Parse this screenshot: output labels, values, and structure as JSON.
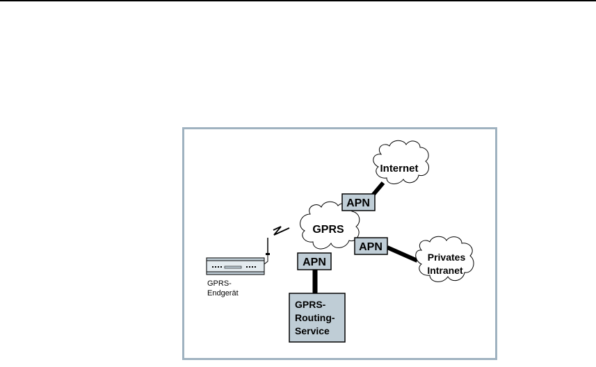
{
  "diagram": {
    "colors": {
      "frame_border": "#9fb2c0",
      "box_fill": "#bfcdd6",
      "line": "#000000"
    },
    "nodes": {
      "internet": {
        "label": "Internet"
      },
      "gprs": {
        "label": "GPRS"
      },
      "intranet": {
        "lines": [
          "Privates",
          "Intranet"
        ]
      },
      "apn_internet": {
        "label": "APN"
      },
      "apn_intranet": {
        "label": "APN"
      },
      "apn_routing": {
        "label": "APN"
      },
      "routing_service": {
        "lines": [
          "GPRS-",
          "Routing-",
          "Service"
        ]
      },
      "device": {
        "lines": [
          "GPRS-",
          "Endgerät"
        ]
      }
    },
    "edges": [
      {
        "from": "apn_internet",
        "to": "internet"
      },
      {
        "from": "apn_intranet",
        "to": "intranet"
      },
      {
        "from": "apn_routing",
        "to": "routing_service"
      },
      {
        "from": "device",
        "to": "gprs",
        "type": "wireless"
      }
    ]
  }
}
